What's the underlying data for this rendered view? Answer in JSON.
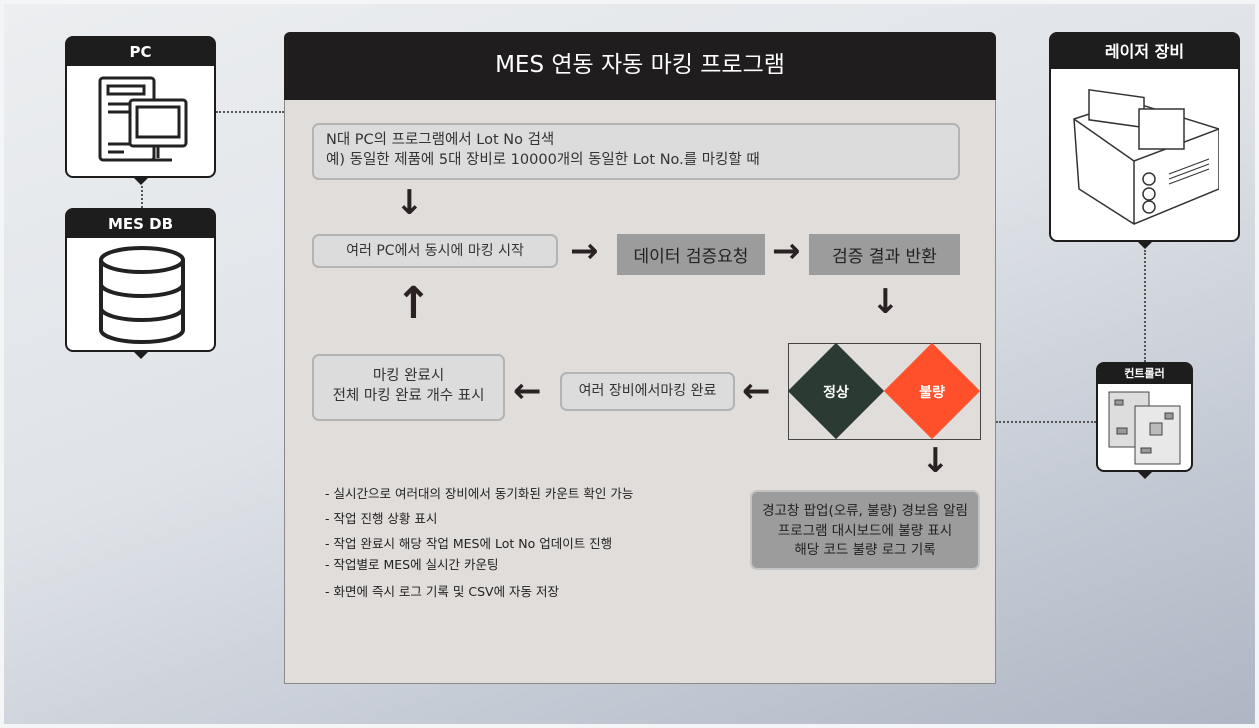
{
  "pc": {
    "title": "PC"
  },
  "mesdb": {
    "title": "MES DB"
  },
  "laser": {
    "title": "레이저 장비"
  },
  "controller": {
    "title": "컨트롤러"
  },
  "main": {
    "title": "MES 연동 자동 마킹 프로그램",
    "search_box": {
      "line1": "N대 PC의 프로그램에서 Lot No 검색",
      "line2": "예) 동일한 제품에 5대 장비로 10000개의 동일한 Lot No.를 마킹할 때"
    },
    "start_box": "여러 PC에서 동시에 마킹 시작",
    "verify_request": "데이터 검증요청",
    "verify_result": "검증 결과 반환",
    "status_ok": "정상",
    "status_bad": "불량",
    "warning_box": {
      "line1": "경고창 팝업(오류, 불량) 경보음 알림",
      "line2": "프로그램 대시보드에 불량 표시",
      "line3": "해당 코드 불량 로그 기록"
    },
    "devices_done": "여러 장비에서마킹 완료",
    "done_box": {
      "line1": "마킹 완료시",
      "line2": "전체 마킹 완료 개수 표시"
    },
    "notes": [
      "- 실시간으로 여러대의 장비에서 동기화된 카운트 확인 가능",
      "- 작업 진행 상황 표시",
      "- 작업 완료시 해당 작업 MES에 Lot No 업데이트 진행",
      "- 작업별로 MES에 실시간 카운팅",
      "- 화면에 즉시 로그 기록 및 CSV에 자동 저장"
    ]
  },
  "colors": {
    "ok": "#2b3a33",
    "bad": "#ff4f2b",
    "header": "#1f1d1d"
  }
}
